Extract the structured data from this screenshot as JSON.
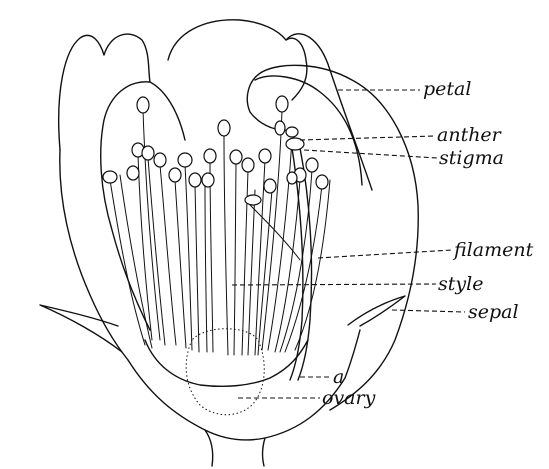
{
  "labels": {
    "petal": "petal",
    "anther": "anther",
    "stigma": "stigma",
    "filament": "filament",
    "style": "style",
    "sepal": "sepal",
    "a": "a",
    "ovary": "ovary"
  }
}
